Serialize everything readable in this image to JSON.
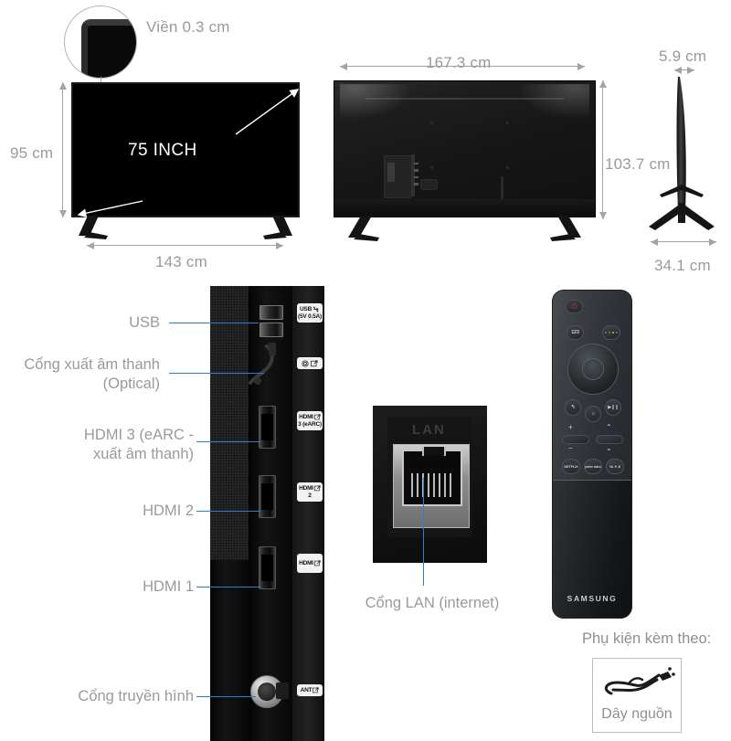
{
  "diagram": {
    "product": "Samsung 75 INCH TV dimension diagram",
    "brand_text": "SAMSUNG"
  },
  "bezel_callout": {
    "label": "Viền 0.3 cm",
    "icon": "bezel-corner-zoom"
  },
  "front_view": {
    "screen_size_label": "75 INCH",
    "height_label": "95 cm",
    "width_label": "143 cm"
  },
  "rear_view": {
    "width_label": "167.3 cm",
    "height_label": "103.7 cm"
  },
  "side_view": {
    "depth_label": "5.9 cm",
    "stand_depth_label": "34.1 cm"
  },
  "port_callouts": [
    {
      "label": "USB",
      "tag_line1": "USB",
      "tag_line2": "(5V 0.5A)",
      "tag_icon": "usb-icon"
    },
    {
      "label": "Cổng xuất âm thanh\n(Optical)",
      "label_line1": "Cổng xuất âm thanh",
      "label_line2": "(Optical)",
      "tag_line1": "",
      "tag_line2": "",
      "tag_icon": "optical-service-icon"
    },
    {
      "label": "HDMI 3 (eARC - xuất âm thanh)",
      "label_line1": "HDMI 3 (eARC -",
      "label_line2": "xuất âm thanh)",
      "tag_line1": "HDMI",
      "tag_line2": "3 (eARC)",
      "tag_icon": "hdmi-icon"
    },
    {
      "label": "HDMI 2",
      "label_line1": "HDMI 2",
      "label_line2": "",
      "tag_line1": "HDMI",
      "tag_line2": "2",
      "tag_icon": "hdmi-icon"
    },
    {
      "label": "HDMI 1",
      "label_line1": "HDMI 1",
      "label_line2": "",
      "tag_line1": "HDMI",
      "tag_line2": "1",
      "tag_icon": "hdmi-icon"
    },
    {
      "label": "Cổng truyền hình",
      "label_line1": "Cổng truyền hình",
      "label_line2": "",
      "tag_line1": "ANT",
      "tag_line2": "",
      "tag_icon": "antenna-icon"
    }
  ],
  "lan_section": {
    "port_text": "LAN",
    "caption": "Cổng LAN (internet)"
  },
  "remote": {
    "brand": "SAMSUNG",
    "buttons": {
      "power": "⏻",
      "numeric": "123",
      "color": "color-dots",
      "back": "↰",
      "home": "⌂",
      "play_pause": "▶❙❙",
      "volume_up": "+",
      "volume_down": "−",
      "channel_up": "⌃",
      "channel_down": "⌄",
      "app1": "NETFLIX",
      "app2": "prime video",
      "app3": "Yu ✶ ⊅"
    }
  },
  "accessories": {
    "title": "Phụ kiện kèm theo:",
    "items": [
      {
        "caption": "Dây nguồn",
        "icon": "power-cable-icon"
      }
    ]
  },
  "colors": {
    "dim_text": "#9a9a9a",
    "dim_rule": "#a3a3a3",
    "leader_blue": "#2f7fc6",
    "screen_black": "#000000",
    "background": "#ffffff"
  }
}
